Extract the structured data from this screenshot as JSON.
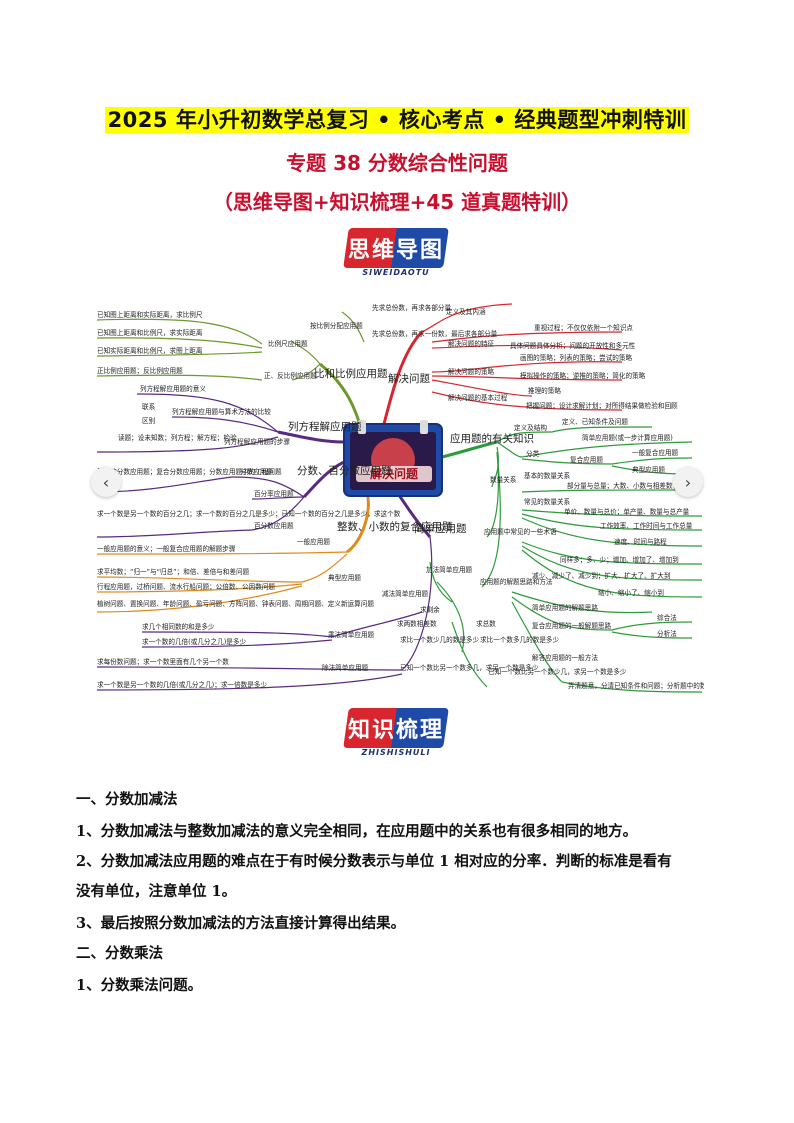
{
  "header": {
    "line1": "2025 年小升初数学总复习 • 核心考点 • 经典题型冲刺特训",
    "line2": "专题 38  分数综合性问题",
    "line3": "（思维导图+知识梳理+45 道真题特训）"
  },
  "badges": {
    "mindmap": {
      "zh": "思维导图",
      "en": "SIWEIDAOTU"
    },
    "knowledge": {
      "zh": "知识梳理",
      "en": "ZHISHISHULI"
    }
  },
  "mindmap": {
    "center": "解决问题",
    "branches": {
      "solve": "解决问题",
      "ratio_app": "比和比例应用题",
      "ratio_dist": "按比例分配应用题",
      "ratio_dist_leaf1": "先求总份数，再求各部分量",
      "ratio_dist_leaf2": "先求总份数，再求一份数，最后求各部分量",
      "scale": "比例尺应用题",
      "scale_leaf1": "已知图上距离和实际距离，求比例尺",
      "scale_leaf2": "已知图上距离和比例尺，求实际距离",
      "scale_leaf3": "已知实际距离和比例尺，求图上距离",
      "pos_neg": "正、反比例应用题",
      "pos_neg_leaf": "正比例应用题；反比例应用题",
      "equation": "列方程解应用题",
      "eq_meaning": "列方程解应用题的意义",
      "eq_compare": "列方程解应用题与算术方法的比较",
      "eq_compare_l1": "联系",
      "eq_compare_l2": "区别",
      "eq_steps": "列方程解应用题的步骤",
      "eq_steps_leaf": "读题；设未知数；列方程；解方程；检验",
      "fraction": "分数、百分数应用题",
      "frac_app": "分数应用题",
      "frac_app_leaf": "基本的分数应用题；复合分数应用题；分数应用题中的工程问题",
      "percent_rate": "百分率应用题",
      "percent_app": "百分数应用题",
      "percent_leaf": "求一个数是另一个数的百分之几；求一个数的百分之几是多少；已知一个数的百分之几是多少，求这个数",
      "compound": "整数、小数的复合应用题",
      "general": "一般应用题",
      "general_leaf": "一般应用题的意义；一般复合应用题的解题步骤",
      "typical": "典型应用题",
      "typical_l1": "求平均数；“归一”与“归总”；和倍、差倍与和差问题",
      "typical_l2": "行程应用题，过桥问题、流水行船问题；公倍数、公因数问题",
      "typical_l3": "植树问题、置换问题、年龄问题、盈亏问题、方阵问题、钟表问题、周期问题、定义新运算问题",
      "simple": "简单应用题",
      "add_simple": "加法简单应用题",
      "sub_simple": "减法简单应用题",
      "sub_l1": "求剩余",
      "sub_l2": "求两数相差数",
      "sub_l3": "求比一个数少几的数是多少",
      "sub_l4": "已知一个数比另一个数多几，求另一个数是多少",
      "add_l1": "求总数",
      "add_l2": "求比一个数多几的数是多少",
      "add_l3": "已知一个数比另一个数少几，求另一个数是多少",
      "mul_simple": "乘法简单应用题",
      "mul_l1": "求几个相同数的和是多少",
      "mul_l2": "求一个数的几倍(或几分之几)是多少",
      "div_simple": "除法简单应用题",
      "div_l1": "求每份数问题；求一个数里面有几个另一个数",
      "div_l2": "求一个数是另一个数的几倍(或几分之几)；求一倍数是多少",
      "knowledge": "应用题的有关知识",
      "def": "定义及结构",
      "def_l1": "定义、已知条件及问题",
      "classify": "分类",
      "cls_simple": "简单应用题(或一步计算应用题)",
      "cls_compound": "复合应用题",
      "cls_general": "一般复合应用题",
      "cls_typical": "典型应用题",
      "quant": "数量关系",
      "q_basic": "基本的数量关系",
      "q_basic_l1": "部分量与总量；大数、小数与相差数；每份数、份数与总数；倍数",
      "q_common": "常见的数量关系",
      "q_common_l1": "单价、数量与总价；单产量、数量与总产量",
      "q_common_l2": "工作效率、工作时间与工作总量",
      "q_common_l3": "速度、时间与路程",
      "terms": "应用题中常见的一些术语",
      "terms_l1": "同样多；多、少；增加、增加了、增加到",
      "terms_l2": "减少、减少了、减少到；扩大、扩大了、扩大到",
      "terms_l3": "缩小、缩小了、缩小到",
      "method": "应用题的解题思路和方法",
      "m_simple": "简单应用题的解题思路",
      "m_compound": "复合应用题的一般解题思路",
      "m_comp_l1": "综合法",
      "m_comp_l2": "分析法",
      "m_general": "解答应用题的一般方法",
      "m_general_l1": "弄清题意，分清已知条件和问题；分析题中的数量关系，把应用题反映的实际问题抽象为数学问题；列出算式或方程，进行计算或解方程；检验，并写出答语",
      "solving": "解决问题",
      "sv_def": "定义及其内涵",
      "sv_feat": "解决问题的特征",
      "sv_feat_l1": "重视过程；不仅仅依附一个知识点",
      "sv_feat_l2": "具体问题具体分析；问题的开放性和多元性",
      "sv_strat": "解决问题的策略",
      "sv_strat_l1": "画图的策略；列表的策略；尝试的策略",
      "sv_strat_l2": "模拟操作的策略；逆推的策略；简化的策略",
      "sv_strat_l3": "推理的策略",
      "sv_proc": "解决问题的基本过程",
      "sv_proc_l1": "把握问题；设计求解计划；对所得结果做检验和回顾"
    }
  },
  "content": {
    "h1": "一、分数加减法",
    "p1": "1、分数加减法与整数加减法的意义完全相同，在应用题中的关系也有很多相同的地方。",
    "p2": "2、分数加减法应用题的难点在于有时候分数表示与单位 1 相对应的分率．判断的标准是看有",
    "p2b": "没有单位，注意单位 1。",
    "p3": "3、最后按照分数加减法的方法直接计算得出结果。",
    "h2": "二、分数乘法",
    "p4": "1、分数乘法问题。"
  },
  "nav": {
    "left": "‹",
    "right": "›"
  },
  "colors": {
    "title_red": "#c8102e",
    "highlight": "#ffff00",
    "branch_red": "#d7262e",
    "branch_green": "#2e9b3a",
    "branch_olive": "#6a9a2a",
    "branch_purple": "#5a2a82",
    "branch_orange": "#e08a1e",
    "badge_blue": "#1f4aa8"
  }
}
